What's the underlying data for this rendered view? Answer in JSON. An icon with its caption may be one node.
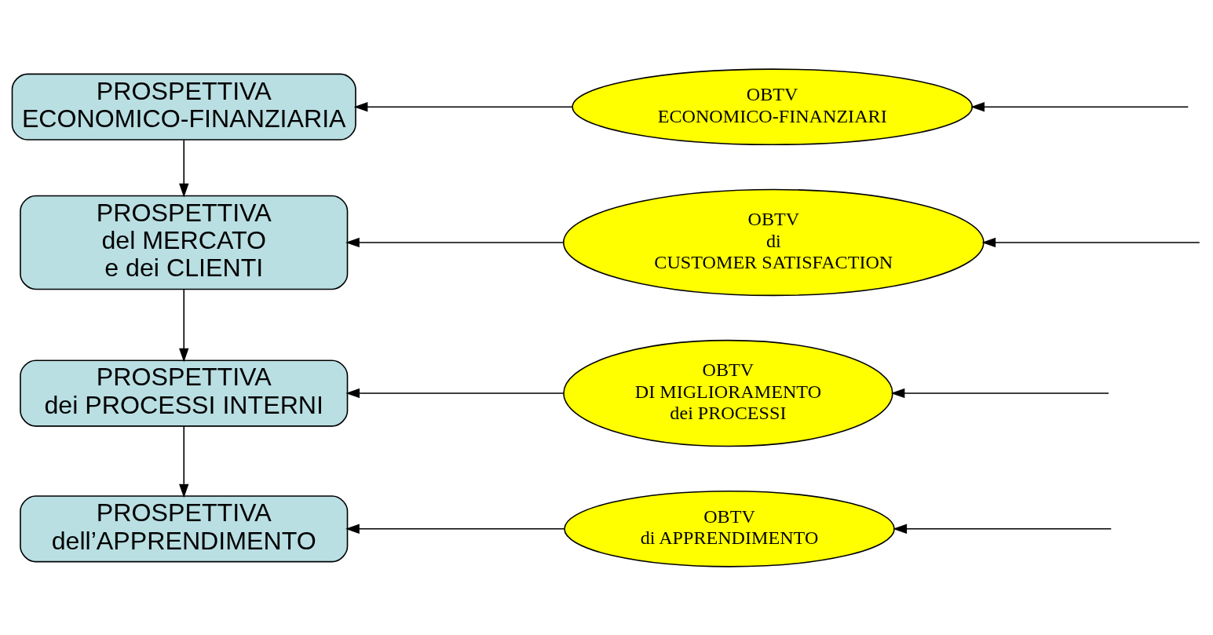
{
  "diagram": {
    "nodes": [
      {
        "text": [
          "PROSPETTIVA ECONOMICO-FINANZIARIA"
        ]
      },
      {
        "text": [
          "PROSPETTIVA del MERCATO e dei CLIENTI"
        ]
      },
      {
        "text": [
          "PROSPETTIVA dei PROCESSI INTERNI"
        ]
      },
      {
        "text": [
          "PROSPETTIVA dell’APPRENDIMENTO"
        ]
      },
      {
        "text": [
          "OBTV ECONOMICO-FINANZIARI"
        ]
      },
      {
        "text": [
          "OBTV di CUSTOMER SATISFACTION"
        ]
      },
      {
        "text": [
          "OBTV DI MIGLIORAMENTO dei PROCESSI"
        ]
      },
      {
        "text": [
          "OBTV di APPRENDIMENTO"
        ]
      }
    ],
    "edges": [
      {
        "from": 0,
        "to": 1,
        "arrow": "to"
      },
      {
        "from": 1,
        "to": 2,
        "arrow": "to"
      },
      {
        "from": 2,
        "to": 3,
        "arrow": "to"
      },
      {
        "from": 4,
        "to": 0,
        "arrow": "to"
      },
      {
        "from": 5,
        "to": 1,
        "arrow": "to"
      },
      {
        "from": 6,
        "to": 2,
        "arrow": "to"
      },
      {
        "from": 7,
        "to": 3,
        "arrow": "to"
      },
      {
        "from": null,
        "to": 4,
        "arrow": "to"
      },
      {
        "from": null,
        "to": 5,
        "arrow": "to"
      },
      {
        "from": null,
        "to": 6,
        "arrow": "to"
      },
      {
        "from": null,
        "to": 7,
        "arrow": "to"
      }
    ]
  }
}
